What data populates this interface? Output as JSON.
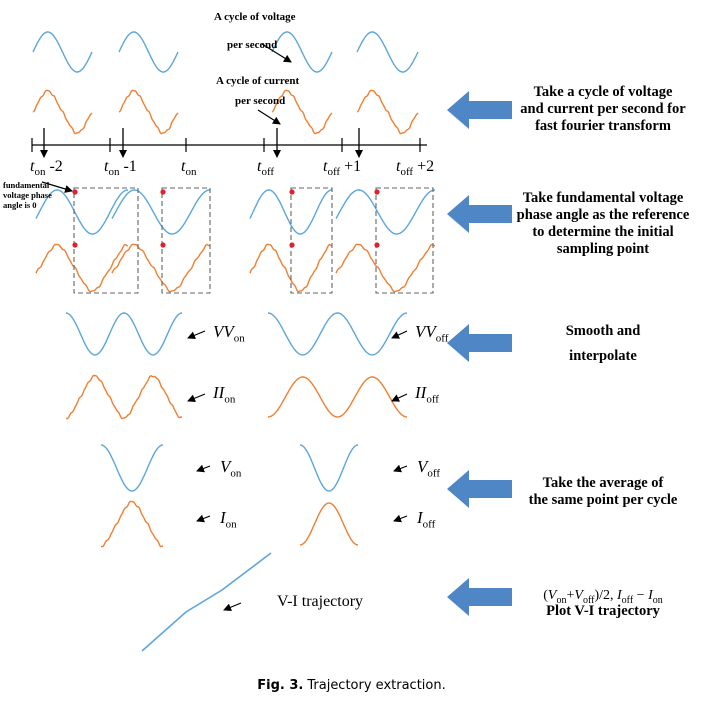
{
  "annotations": {
    "voltage_cycle": [
      "A cycle of voltage",
      "per second"
    ],
    "current_cycle": [
      "A cycle of current",
      "per second"
    ],
    "reference_note": [
      "fundamental",
      "voltage phase",
      "angle is 0"
    ]
  },
  "timeline_ticks": [
    {
      "sym": "t",
      "sub": "on",
      "suffix": " -2"
    },
    {
      "sym": "t",
      "sub": "on",
      "suffix": " -1"
    },
    {
      "sym": "t",
      "sub": "on",
      "suffix": ""
    },
    {
      "sym": "t",
      "sub": "off",
      "suffix": ""
    },
    {
      "sym": "t",
      "sub": "off",
      "suffix": " +1"
    },
    {
      "sym": "t",
      "sub": "off",
      "suffix": " +2"
    }
  ],
  "signal_labels": {
    "vv_on": {
      "main": "VV",
      "sub": "on"
    },
    "vv_off": {
      "main": "VV",
      "sub": "off"
    },
    "ii_on": {
      "main": "II",
      "sub": "on"
    },
    "ii_off": {
      "main": "II",
      "sub": "off"
    },
    "v_on": {
      "main": "V",
      "sub": "on"
    },
    "v_off": {
      "main": "V",
      "sub": "off"
    },
    "i_on": {
      "main": "I",
      "sub": "on"
    },
    "i_off": {
      "main": "I",
      "sub": "off"
    }
  },
  "trajectory_label": "V-I trajectory",
  "steps": [
    [
      "Take a cycle of voltage",
      "and current per second for",
      "fast fourier transform"
    ],
    [
      "Take fundamental voltage",
      "phase angle as the reference",
      "to determine the initial",
      "sampling point"
    ],
    [
      "Smooth and",
      "interpolate"
    ],
    [
      "Take the average of",
      "the same point per cycle"
    ],
    [
      "Plot V-I trajectory"
    ]
  ],
  "formula": {
    "text": "(Von+Voff)/2, Ioff − Ion"
  },
  "caption": {
    "number": "Fig. 3.",
    "text": "Trajectory extraction."
  },
  "colors": {
    "voltage": "#5ba6dd",
    "current": "#f07f31",
    "arrow": "#4f86c6",
    "marker": "#e0212b",
    "dash": "#666666"
  }
}
